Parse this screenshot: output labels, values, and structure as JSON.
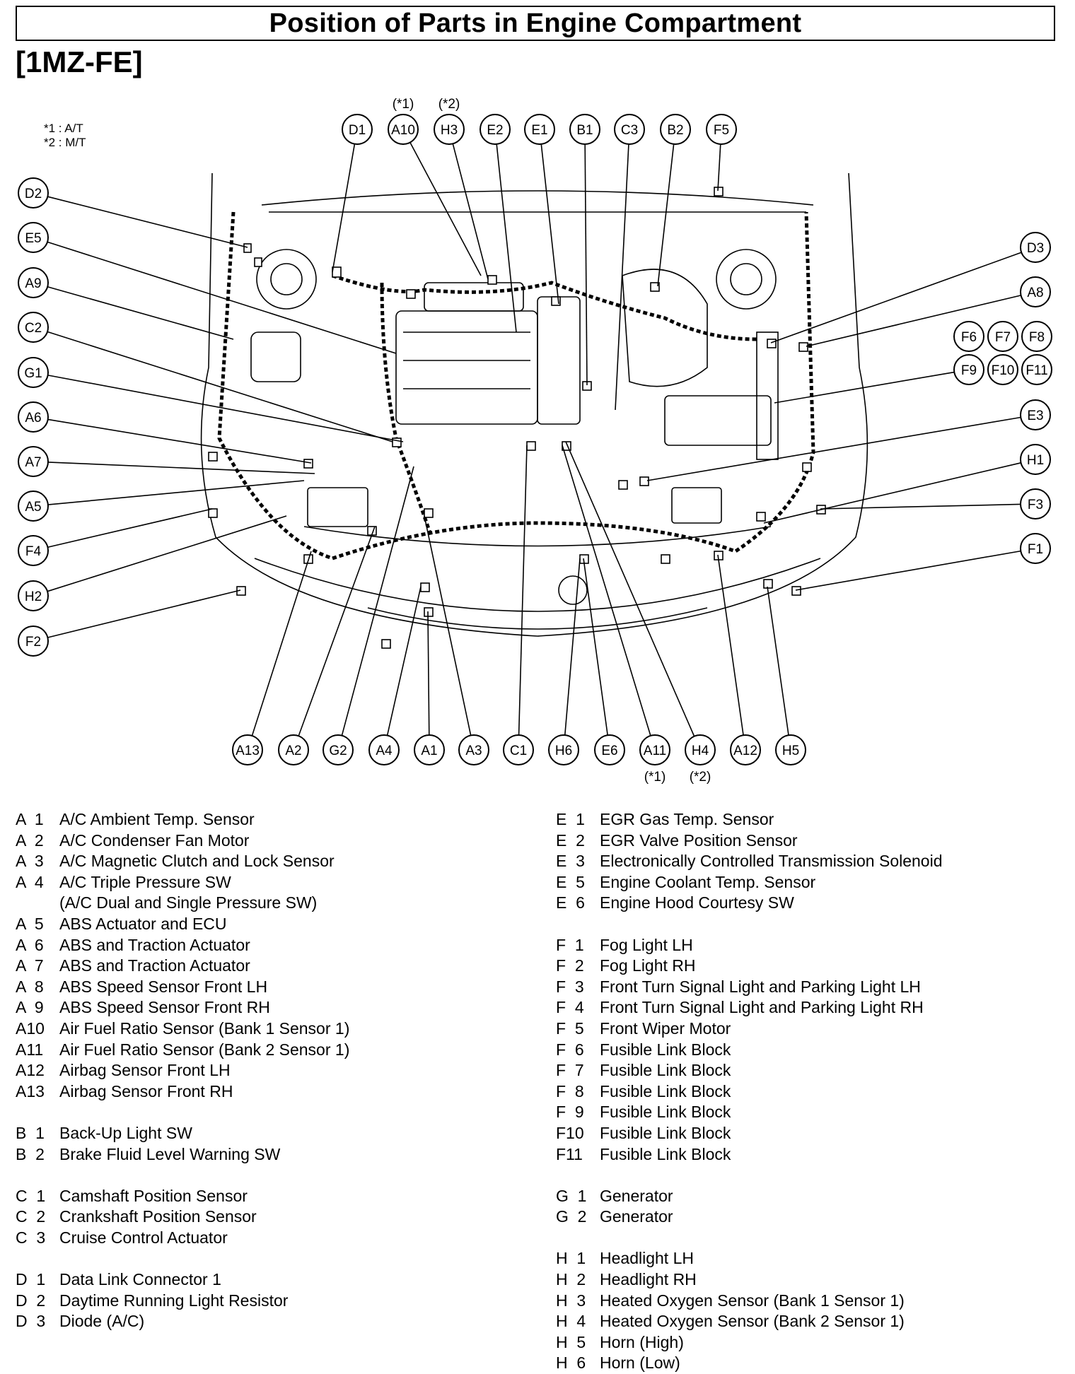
{
  "title": "Position of Parts in Engine Compartment",
  "subtitle": "[1MZ-FE]",
  "notes": [
    "*1 : A/T",
    "*2 : M/T"
  ],
  "callouts_top": [
    {
      "id": "D1",
      "note": ""
    },
    {
      "id": "A10",
      "note": "(*1)"
    },
    {
      "id": "H3",
      "note": "(*2)"
    },
    {
      "id": "E2",
      "note": ""
    },
    {
      "id": "E1",
      "note": ""
    },
    {
      "id": "B1",
      "note": ""
    },
    {
      "id": "C3",
      "note": ""
    },
    {
      "id": "B2",
      "note": ""
    },
    {
      "id": "F5",
      "note": ""
    }
  ],
  "callouts_left": [
    "D2",
    "E5",
    "A9",
    "C2",
    "G1",
    "A6",
    "A7",
    "A5",
    "F4",
    "H2",
    "F2"
  ],
  "callouts_right": [
    "D3",
    "A8",
    "E3",
    "H1",
    "F3",
    "F1"
  ],
  "callouts_fuse": [
    "F6",
    "F7",
    "F8",
    "F9",
    "F10",
    "F11"
  ],
  "callouts_bottom": [
    {
      "id": "A13",
      "note": ""
    },
    {
      "id": "A2",
      "note": ""
    },
    {
      "id": "G2",
      "note": ""
    },
    {
      "id": "A4",
      "note": ""
    },
    {
      "id": "A1",
      "note": ""
    },
    {
      "id": "A3",
      "note": ""
    },
    {
      "id": "C1",
      "note": ""
    },
    {
      "id": "H6",
      "note": ""
    },
    {
      "id": "E6",
      "note": ""
    },
    {
      "id": "A11",
      "note": "(*1)"
    },
    {
      "id": "H4",
      "note": "(*2)"
    },
    {
      "id": "A12",
      "note": ""
    },
    {
      "id": "H5",
      "note": ""
    }
  ],
  "legend_left": [
    {
      "code": "A  1",
      "text": "A/C Ambient Temp. Sensor"
    },
    {
      "code": "A  2",
      "text": "A/C Condenser Fan Motor"
    },
    {
      "code": "A  3",
      "text": "A/C Magnetic Clutch and Lock Sensor"
    },
    {
      "code": "A  4",
      "text": "A/C Triple Pressure SW"
    },
    {
      "code": "",
      "text": "(A/C Dual and Single Pressure SW)",
      "cont": true
    },
    {
      "code": "A  5",
      "text": "ABS Actuator and ECU"
    },
    {
      "code": "A  6",
      "text": "ABS and Traction Actuator"
    },
    {
      "code": "A  7",
      "text": "ABS and Traction Actuator"
    },
    {
      "code": "A  8",
      "text": "ABS Speed Sensor Front LH"
    },
    {
      "code": "A  9",
      "text": "ABS Speed Sensor Front RH"
    },
    {
      "code": "A10",
      "text": "Air Fuel Ratio Sensor (Bank 1 Sensor 1)"
    },
    {
      "code": "A11",
      "text": "Air Fuel Ratio Sensor (Bank 2 Sensor 1)"
    },
    {
      "code": "A12",
      "text": "Airbag Sensor Front LH"
    },
    {
      "code": "A13",
      "text": "Airbag Sensor Front RH"
    },
    {
      "code": "B  1",
      "text": "Back-Up Light SW",
      "gap": true
    },
    {
      "code": "B  2",
      "text": "Brake Fluid Level Warning SW"
    },
    {
      "code": "C  1",
      "text": "Camshaft Position Sensor",
      "gap": true
    },
    {
      "code": "C  2",
      "text": "Crankshaft Position Sensor"
    },
    {
      "code": "C  3",
      "text": "Cruise Control Actuator"
    },
    {
      "code": "D  1",
      "text": "Data Link Connector 1",
      "gap": true
    },
    {
      "code": "D  2",
      "text": "Daytime Running Light Resistor"
    },
    {
      "code": "D  3",
      "text": "Diode (A/C)"
    }
  ],
  "legend_right": [
    {
      "code": "E  1",
      "text": "EGR Gas Temp. Sensor"
    },
    {
      "code": "E  2",
      "text": "EGR Valve Position Sensor"
    },
    {
      "code": "E  3",
      "text": "Electronically Controlled Transmission Solenoid"
    },
    {
      "code": "E  5",
      "text": "Engine Coolant Temp. Sensor"
    },
    {
      "code": "E  6",
      "text": "Engine Hood Courtesy SW"
    },
    {
      "code": "F  1",
      "text": "Fog Light LH",
      "gap": true
    },
    {
      "code": "F  2",
      "text": "Fog Light RH"
    },
    {
      "code": "F  3",
      "text": "Front Turn Signal Light and Parking Light LH"
    },
    {
      "code": "F  4",
      "text": "Front Turn Signal Light and Parking Light RH"
    },
    {
      "code": "F  5",
      "text": "Front Wiper Motor"
    },
    {
      "code": "F  6",
      "text": "Fusible Link Block"
    },
    {
      "code": "F  7",
      "text": "Fusible Link Block"
    },
    {
      "code": "F  8",
      "text": "Fusible Link Block"
    },
    {
      "code": "F  9",
      "text": "Fusible Link Block"
    },
    {
      "code": "F10",
      "text": "Fusible Link Block"
    },
    {
      "code": "F11",
      "text": "Fusible Link Block"
    },
    {
      "code": "G  1",
      "text": "Generator",
      "gap": true
    },
    {
      "code": "G  2",
      "text": "Generator"
    },
    {
      "code": "H  1",
      "text": "Headlight LH",
      "gap": true
    },
    {
      "code": "H  2",
      "text": "Headlight RH"
    },
    {
      "code": "H  3",
      "text": "Heated Oxygen Sensor (Bank 1 Sensor 1)"
    },
    {
      "code": "H  4",
      "text": "Heated Oxygen Sensor (Bank 2 Sensor 1)"
    },
    {
      "code": "H  5",
      "text": "Horn (High)"
    },
    {
      "code": "H  6",
      "text": "Horn (Low)"
    }
  ]
}
